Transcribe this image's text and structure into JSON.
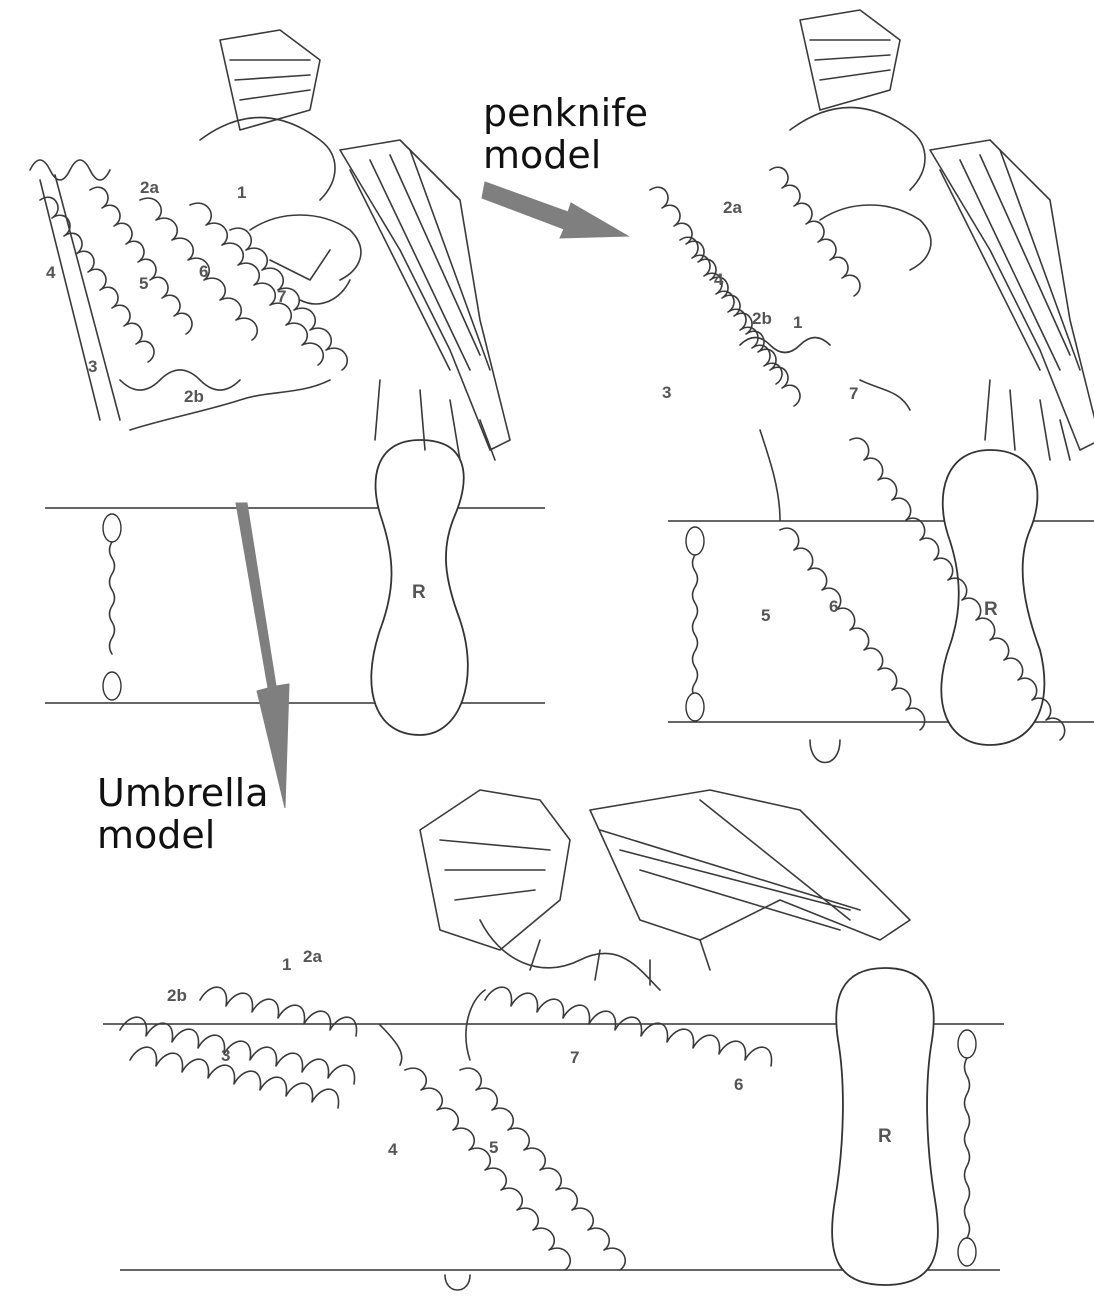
{
  "captions": {
    "penknife": [
      "penknife",
      "model"
    ],
    "umbrella": [
      "Umbrella",
      "model"
    ]
  },
  "receptor_label": "R",
  "panels": {
    "top_left": {
      "helix_labels": [
        "1",
        "2a",
        "2b",
        "3",
        "4",
        "5",
        "6",
        "7"
      ]
    },
    "top_right": {
      "helix_labels": [
        "1",
        "2a",
        "2b",
        "3",
        "4",
        "5",
        "6",
        "7"
      ]
    },
    "bottom": {
      "helix_labels": [
        "1",
        "2a",
        "2b",
        "3",
        "4",
        "5",
        "6",
        "7"
      ]
    }
  },
  "colors": {
    "arrow": "#7f7f7f",
    "ink": "#3a3a3a",
    "label_gray": "#555555"
  }
}
